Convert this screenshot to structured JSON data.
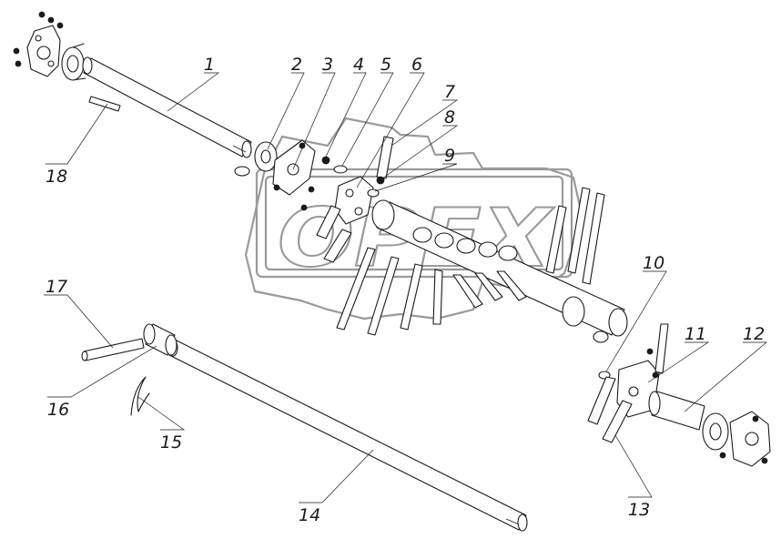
{
  "callouts": [
    {
      "id": "1",
      "label": "1"
    },
    {
      "id": "2",
      "label": "2"
    },
    {
      "id": "3",
      "label": "3"
    },
    {
      "id": "4",
      "label": "4"
    },
    {
      "id": "5",
      "label": "5"
    },
    {
      "id": "6",
      "label": "6"
    },
    {
      "id": "7",
      "label": "7"
    },
    {
      "id": "8",
      "label": "8"
    },
    {
      "id": "9",
      "label": "9"
    },
    {
      "id": "10",
      "label": "10"
    },
    {
      "id": "11",
      "label": "11"
    },
    {
      "id": "12",
      "label": "12"
    },
    {
      "id": "13",
      "label": "13"
    },
    {
      "id": "14",
      "label": "14"
    },
    {
      "id": "15",
      "label": "15"
    },
    {
      "id": "16",
      "label": "16"
    },
    {
      "id": "17",
      "label": "17"
    },
    {
      "id": "18",
      "label": "18"
    }
  ],
  "watermark": {
    "text": "OPEX"
  }
}
